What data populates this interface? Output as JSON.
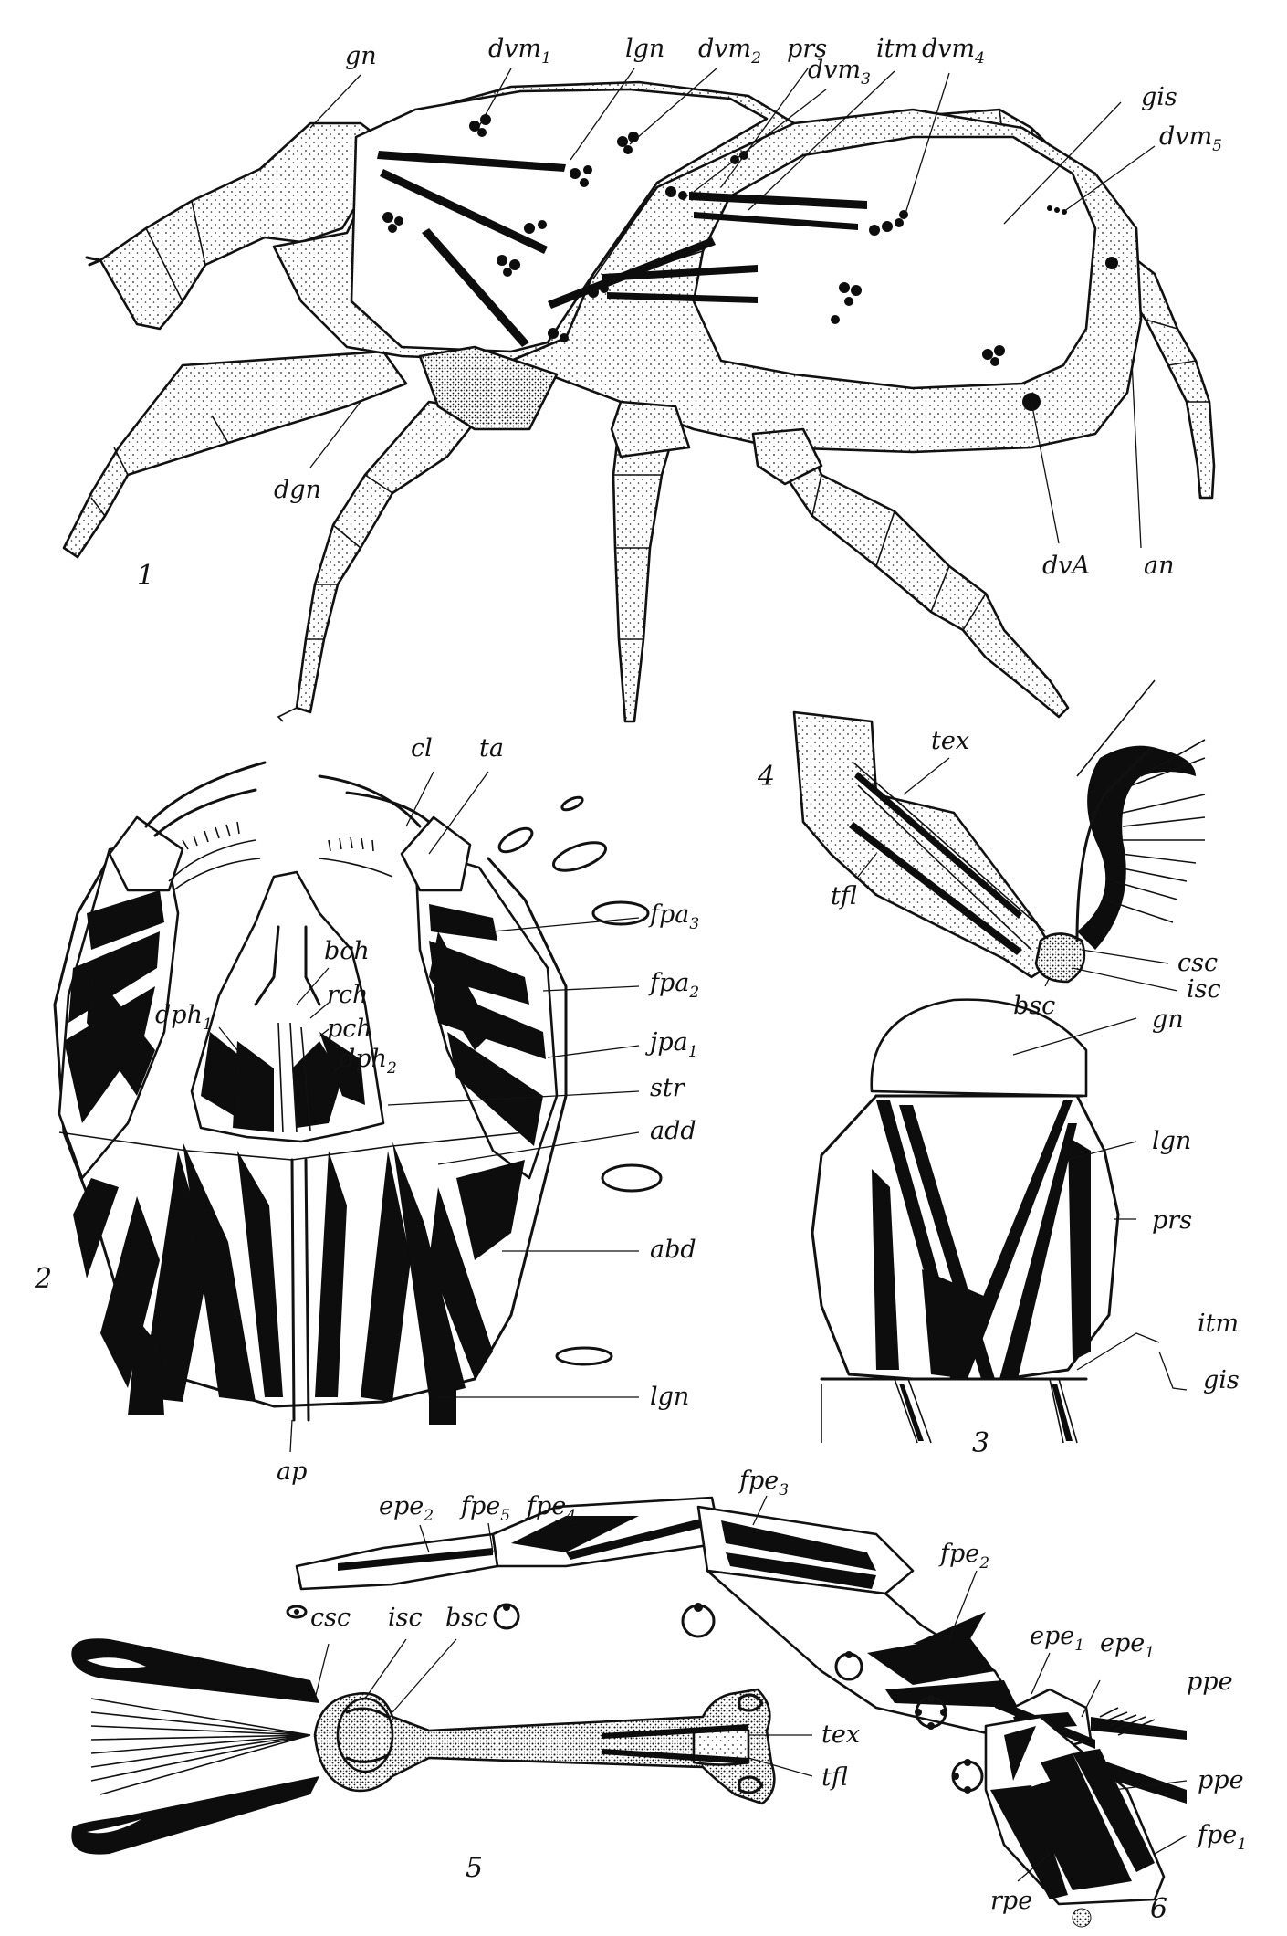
{
  "figure_numbers": {
    "f1": "1",
    "f2": "2",
    "f3": "3",
    "f4": "4",
    "f5": "5",
    "f6": "6"
  },
  "fig1_labels": {
    "gn": "gn",
    "dvm1_base": "dvm",
    "dvm1_sub": "1",
    "lgn": "lgn",
    "dvm2_base": "dvm",
    "dvm2_sub": "2",
    "prs": "prs",
    "dvm3_base": "dvm",
    "dvm3_sub": "3",
    "itm": "itm",
    "dvm4_base": "dvm",
    "dvm4_sub": "4",
    "gis": "gis",
    "dvm5_base": "dvm",
    "dvm5_sub": "5",
    "dgn": "dgn",
    "dvA": "dvA",
    "an": "an"
  },
  "fig2_labels": {
    "cl": "cl",
    "ta": "ta",
    "fpa3_base": "fpa",
    "fpa3_sub": "3",
    "fpa2_base": "fpa",
    "fpa2_sub": "2",
    "fpa1_base": "jpa",
    "fpa1_sub": "1",
    "bch": "bch",
    "rch": "rch",
    "pch": "pch",
    "dph1_base": "dph",
    "dph1_sub": "1",
    "dph2_base": "dph",
    "dph2_sub": "2",
    "str": "str",
    "add": "add",
    "abd": "abd",
    "lgn": "lgn",
    "ap": "ap"
  },
  "fig3_labels": {
    "gn": "gn",
    "lgn": "lgn",
    "prs": "prs",
    "itm": "itm",
    "gis": "gis"
  },
  "fig4_labels": {
    "tex": "tex",
    "tfl": "tfl",
    "csc": "csc",
    "isc": "isc",
    "bsc": "bsc"
  },
  "fig5_labels": {
    "csc": "csc",
    "isc": "isc",
    "bsc": "bsc",
    "tex": "tex",
    "tfl": "tfl"
  },
  "fig6_labels": {
    "epe2_base": "epe",
    "epe2_sub": "2",
    "fpe5_base": "fpe",
    "fpe5_sub": "5",
    "fpe4_base": "fpe",
    "fpe4_sub": "4",
    "fpe3_base": "fpe",
    "fpe3_sub": "3",
    "fpe2_base": "fpe",
    "fpe2_sub": "2",
    "epe1a_base": "epe",
    "epe1a_sub": "1",
    "epe1b_base": "epe",
    "epe1b_sub": "1",
    "ppe_top": "ppe",
    "ppe": "ppe",
    "fpe1_base": "fpe",
    "fpe1_sub": "1",
    "rpe": "rpe"
  }
}
